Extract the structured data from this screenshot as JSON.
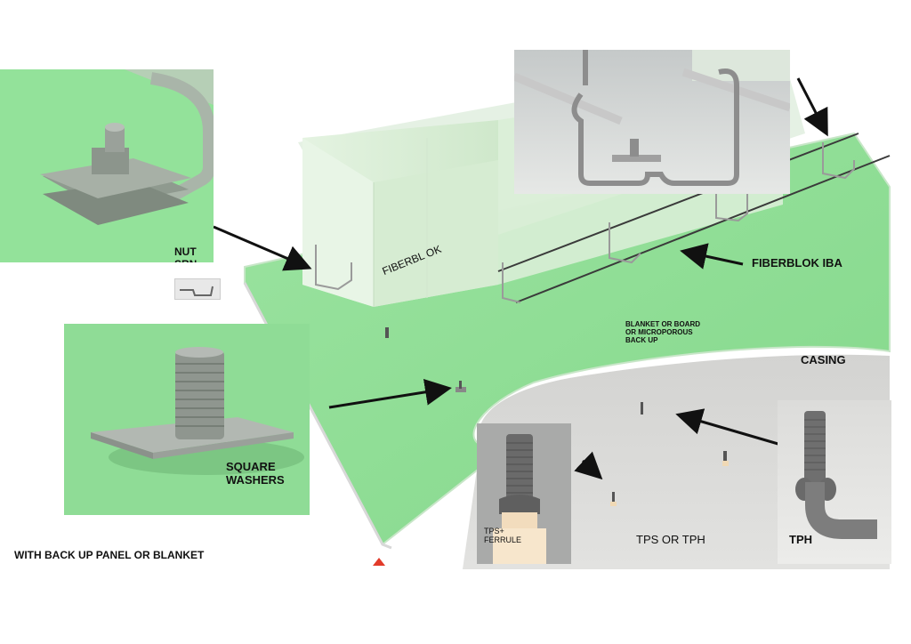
{
  "colors": {
    "green": "#8fdf95",
    "green_dark": "#7ccf84",
    "block": "#dcefd9",
    "casing": "#d8d8d6",
    "arrow": "#111111",
    "marker": "#e23b2a"
  },
  "labels": {
    "nut_srn": "NUT\nSRN",
    "fiberblok_block": "FIBERBL OK",
    "fiberblok_iba": "FIBERBLOK IBA",
    "backup": "BLANKET OR BOARD\nOR MICROPOROUS\nBACK UP",
    "casing": "CASING",
    "square_washers": "SQUARE\nWASHERS",
    "tps_ferrule": "TPS+\nFERRULE",
    "tps_or_tph": "TPS OR TPH",
    "tph": "TPH",
    "footer": "WITH BACK UP PANEL OR BLANKET"
  }
}
